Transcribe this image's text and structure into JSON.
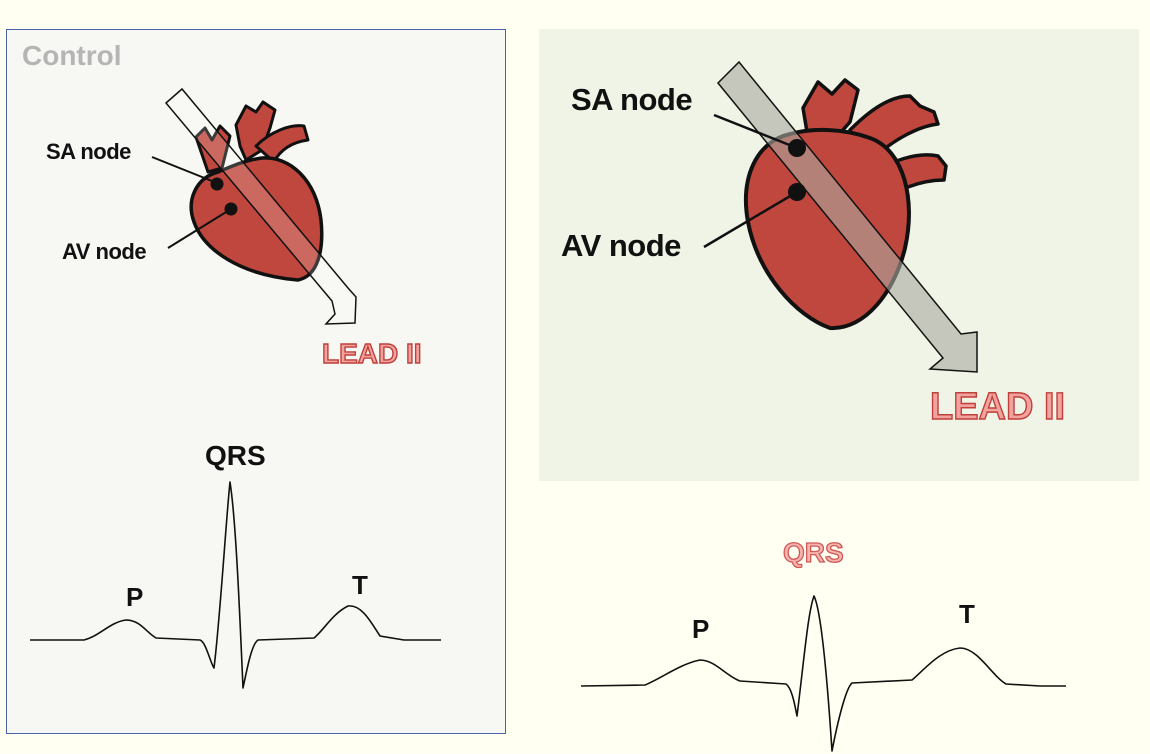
{
  "control_panel": {
    "title": "Control",
    "sa_node_label": "SA node",
    "av_node_label": "AV node",
    "lead_label": "LEAD II",
    "ecg": {
      "p_label": "P",
      "qrs_label": "QRS",
      "t_label": "T"
    }
  },
  "comparison_panel": {
    "sa_node_label": "SA node",
    "av_node_label": "AV node",
    "lead_label": "LEAD II",
    "ecg": {
      "p_label": "P",
      "qrs_label": "QRS",
      "t_label": "T"
    }
  },
  "colors": {
    "page_background": "#fffff2",
    "control_panel_background": "#f7f8f3",
    "control_panel_border": "#4a64a8",
    "comparison_panel_background": "#eff4e6",
    "heart": "#c0473d",
    "lead_text": "#e0716b",
    "control_arrow": "#ffffff",
    "comparison_arrow": "#b0b0a8"
  }
}
